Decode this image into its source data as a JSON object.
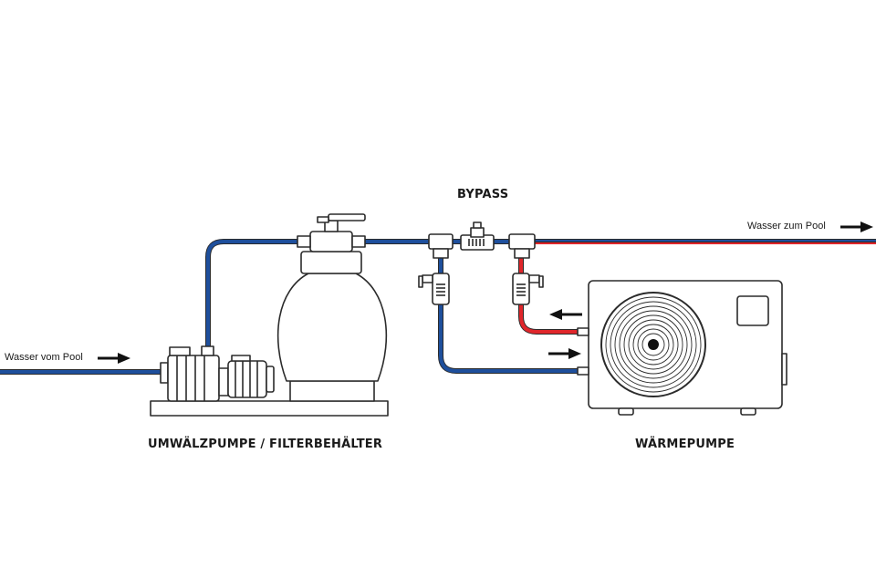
{
  "labels": {
    "bypass": "BYPASS",
    "water_to_pool": "Wasser zum Pool",
    "water_from_pool": "Wasser vom Pool",
    "pump_filter": "UMWÄLZPUMPE / FILTERBEHÄLTER",
    "heat_pump": "WÄRMEPUMPE"
  },
  "colors": {
    "cold_pipe": "#1e4f9c",
    "hot_pipe": "#e0262b",
    "outline": "#2b2b2b",
    "equipment_fill": "#ffffff"
  },
  "icons": {
    "flow_arrow": "right-arrow-icon",
    "return_arrow": "left-arrow-icon"
  }
}
